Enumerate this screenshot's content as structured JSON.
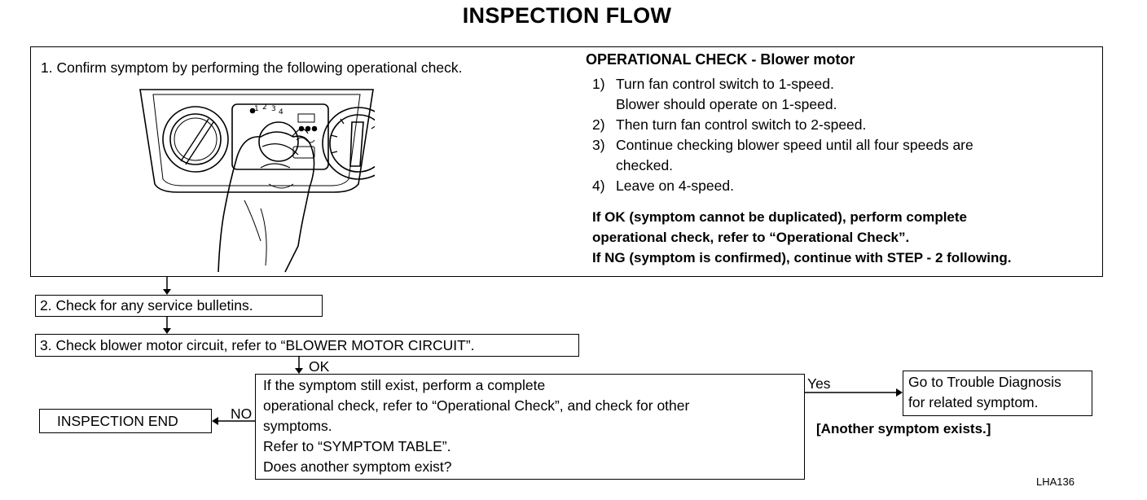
{
  "title": "INSPECTION FLOW",
  "step1": {
    "text": "1.  Confirm symptom by performing the following operational check.",
    "op_check_title": "OPERATIONAL CHECK - Blower motor",
    "op_steps": [
      {
        "num": "1)",
        "lines": [
          "Turn fan control switch to 1-speed.",
          "Blower should operate on 1-speed."
        ]
      },
      {
        "num": "2)",
        "lines": [
          "Then turn fan control switch to 2-speed."
        ]
      },
      {
        "num": "3)",
        "lines": [
          "Continue checking blower speed until all four speeds are",
          "checked."
        ]
      },
      {
        "num": "4)",
        "lines": [
          "Leave on 4-speed."
        ]
      }
    ],
    "result_lines": [
      "If OK (symptom cannot be duplicated), perform complete",
      "operational check, refer to “Operational Check”.",
      "If NG (symptom is confirmed), continue with STEP - 2 following."
    ],
    "illustration_speed_labels": [
      "1",
      "2",
      "3",
      "4"
    ]
  },
  "step2": {
    "text": "2.  Check for any service bulletins."
  },
  "step3": {
    "text": "3.  Check blower motor circuit, refer to “BLOWER MOTOR CIRCUIT”."
  },
  "ok_label": "OK",
  "decision": {
    "lines": [
      "If the symptom still exist, perform a complete",
      "operational check, refer to “Operational Check”, and check for other",
      "symptoms.",
      "Refer to “SYMPTOM TABLE”.",
      "Does another symptom exist?"
    ]
  },
  "yes_label": "Yes",
  "no_label": "NO",
  "inspection_end": "INSPECTION END",
  "trouble": {
    "lines": [
      "Go to Trouble Diagnosis",
      "for related symptom."
    ]
  },
  "another_symptom": "[Another symptom exists.]",
  "figure_code": "LHA136"
}
